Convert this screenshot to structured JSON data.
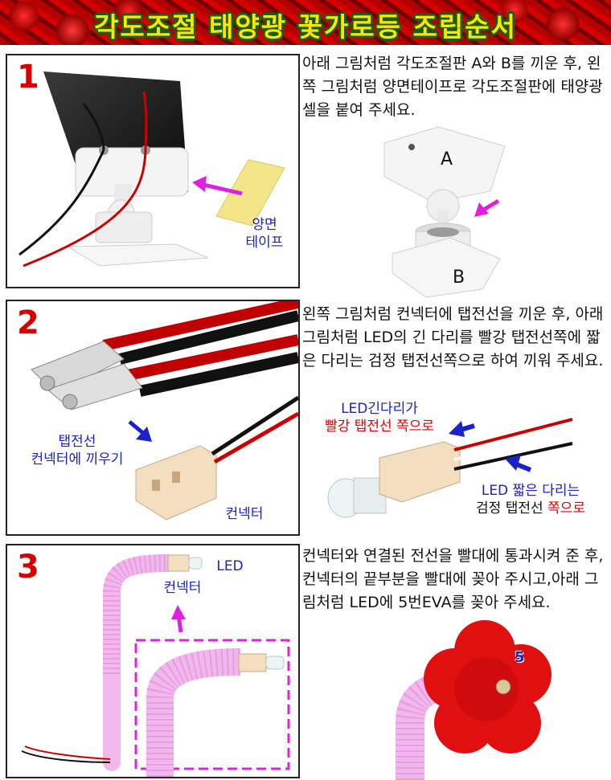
{
  "banner": {
    "title": "각도조절 태양광 꽃가로등 조립순서"
  },
  "steps": [
    {
      "number": "1",
      "description": "아래 그림처럼 각도조절판 A와 B를 끼운 후, 왼쪽 그림처럼 양면테이프로 각도조절판에 태양광셀을 붙여 주세요.",
      "label_tape_line1": "양면",
      "label_tape_line2": "테이프",
      "label_a": "A",
      "label_b": "B"
    },
    {
      "number": "2",
      "description": "왼쪽 그림처럼 컨넥터에 탭전선을 끼운 후, 아래 그림처럼  LED의 긴 다리를 빨강 탭전선쪽에 짧은 다리는 검정 탭전선쪽으로 하여 끼워 주세요.",
      "label_tab_line1": "탭전선",
      "label_tab_line2": "컨넥터에 끼우기",
      "label_connector": "컨넥터",
      "label_long_leg_line1": "LED긴다리가",
      "label_long_leg_line2": "빨강 탭전선 쪽으로",
      "label_short_leg_line1": "LED 짧은 다리는",
      "label_short_leg_line2_black": "검정 탭전선 ",
      "label_short_leg_line2_red": "쪽으로"
    },
    {
      "number": "3",
      "description": "컨넥터와 연결된 전선을 빨대에 통과시켜 준 후, 컨넥터의 끝부분을 빨대에 꽂아 주시고,아래 그림처럼 LED에 5번EVA를 꽂아 주세요.",
      "label_led": "LED",
      "label_connector": "컨넥터",
      "label_five": "5"
    }
  ],
  "colors": {
    "accent_red": "#d40000",
    "label_blue": "#1a22c8",
    "arrow_magenta": "#e020e0",
    "flower_red": "#e01010",
    "straw_pink": "#f2b8ee"
  }
}
